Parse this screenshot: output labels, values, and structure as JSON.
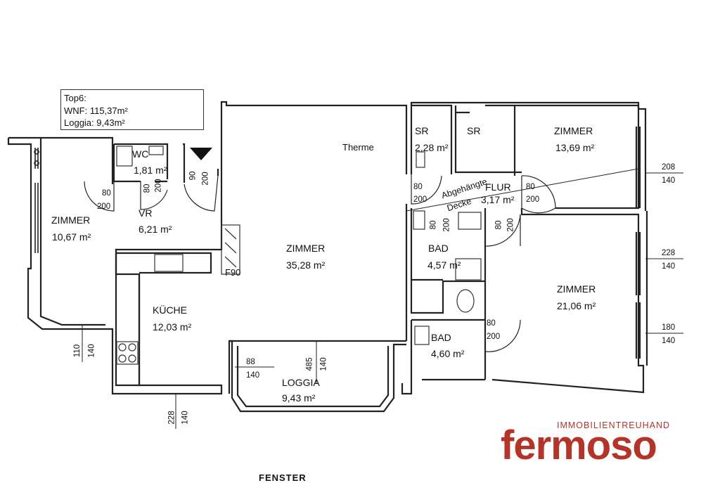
{
  "info": {
    "unit": "Top6:",
    "wnf": "WNF: 115,37m²",
    "loggia": "Loggia: 9,43m²"
  },
  "rooms": {
    "wc": {
      "name": "WC",
      "area": "1,81 m²"
    },
    "vr": {
      "name": "VR",
      "area": "6,21 m²"
    },
    "zimmer_left": {
      "name": "ZIMMER",
      "area": "10,67 m²"
    },
    "zimmer_main": {
      "name": "ZIMMER",
      "area": "35,28 m²"
    },
    "kueche": {
      "name": "KÜCHE",
      "area": "12,03 m²"
    },
    "loggia": {
      "name": "LOGGIA",
      "area": "9,43 m²"
    },
    "sr1": {
      "name": "SR",
      "area": "2,28 m²"
    },
    "sr2": {
      "name": "SR"
    },
    "flur": {
      "name": "FLUR",
      "area": "3,17 m²"
    },
    "zimmer_top_right": {
      "name": "ZIMMER",
      "area": "13,69 m²"
    },
    "bad1": {
      "name": "BAD",
      "area": "4,57 m²"
    },
    "bad2": {
      "name": "BAD",
      "area": "4,60 m²"
    },
    "zimmer_right": {
      "name": "ZIMMER",
      "area": "21,06 m²"
    }
  },
  "labels": {
    "therme": "Therme",
    "abgehaengte": "Abgehängte",
    "decke": "Decke",
    "f90": "F90",
    "fenster": "FENSTER"
  },
  "dims": {
    "vr_door_w": "80",
    "vr_door_h": "200",
    "wc_door_w": "80",
    "wc_door_h": "200",
    "entry_w": "90",
    "entry_h": "200",
    "sr_door_w": "80",
    "sr_door_h": "200",
    "flur_door_w": "80",
    "flur_door_h": "200",
    "bad_door_w": "80",
    "bad_door_h": "200",
    "zr_door_w": "80",
    "zr_door_h": "200",
    "bad2_door_w": "80",
    "bad2_door_h": "200",
    "win_tr_w": "208",
    "win_tr_h": "140",
    "win_r1_w": "228",
    "win_r1_h": "140",
    "win_r2_w": "180",
    "win_r2_h": "140",
    "win_left_w": "110",
    "win_left_h": "140",
    "win_k_w": "228",
    "win_k_h": "140",
    "loggia_door_w": "88",
    "loggia_door_h": "140",
    "loggia_win_w": "485",
    "loggia_win_h": "140"
  },
  "brand": {
    "sub": "IMMOBILIENTREUHAND",
    "name": "fermoso",
    "color": "#b4342a"
  }
}
